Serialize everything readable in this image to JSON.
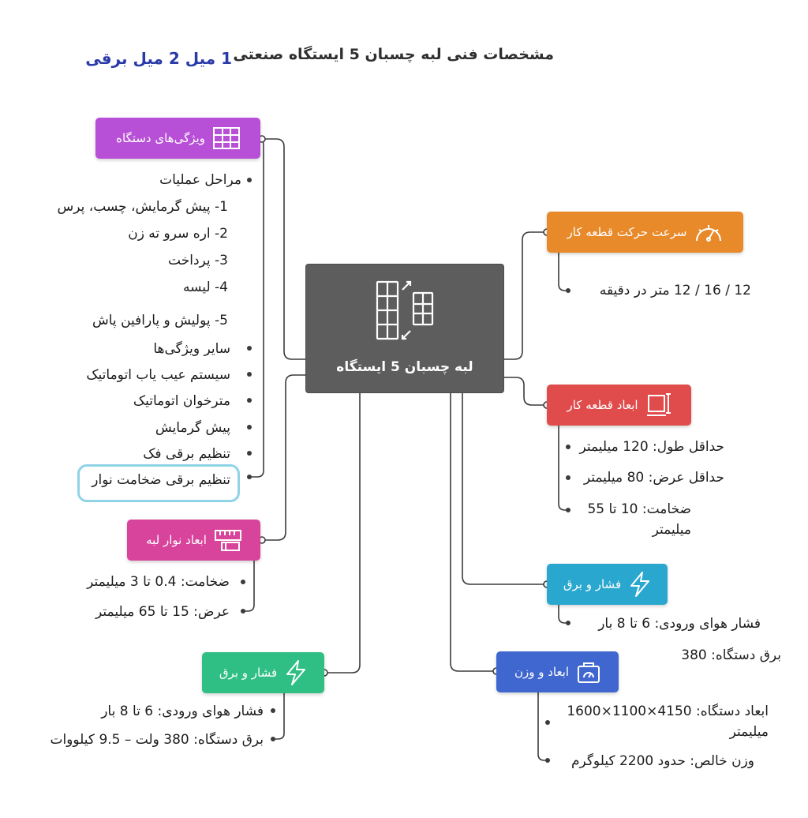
{
  "title": "مشخصات فنی لبه چسبان 5 ایستگاه صنعتی",
  "subtitle": "1 میل 2 میل برقی",
  "center": {
    "label": "لبه چسبان 5 ایستگاه",
    "icon": "edge-banding-icon"
  },
  "colors": {
    "features": "#b750d6",
    "speed": "#e8892a",
    "workpiece": "#e04b4b",
    "pressure_right": "#2aa7cf",
    "dims_weight": "#3f67cf",
    "pressure_left": "#2fbf84",
    "band": "#d8449b",
    "center": "#5d5d5d",
    "title_sub": "#2a3aa8"
  },
  "features": {
    "label": "ویژگی‌های دستگاه",
    "icon": "grid-icon",
    "items": [
      "مراحل عملیات",
      "1- پیش گرمایش، چسب، پرس",
      "2- اره سرو ته زن",
      "3- پرداخت",
      "4- لیسه",
      "5- پولیش و پارافین پاش",
      "سایر ویژگی‌ها",
      "سیستم عیب یاب اتوماتیک",
      "مترخوان اتوماتیک",
      "پیش گرمایش",
      "تنظیم برقی فک",
      "تنظیم برقی ضخامت نوار"
    ]
  },
  "band": {
    "label": "ابعاد نوار لبه",
    "icon": "ruler-icon",
    "items": [
      "ضخامت: 0.4 تا 3 میلیمتر",
      "عرض: 15 تا 65 میلیمتر"
    ]
  },
  "pressure_left": {
    "label": "فشار و برق",
    "icon": "lightning-icon",
    "items": [
      "فشار هوای ورودی: 6 تا 8 بار",
      "برق دستگاه: 380 ولت – 9.5 کیلووات"
    ]
  },
  "speed": {
    "label": "سرعت حرکت قطعه کار",
    "icon": "speedometer-icon",
    "items": [
      "12 / 16 / 12 متر در دقیقه"
    ]
  },
  "workpiece": {
    "label": "ابعاد قطعه کار",
    "icon": "workpiece-icon",
    "items": [
      "حداقل طول: 120 میلیمتر",
      "حداقل عرض: 80 میلیمتر",
      "ضخامت: 10 تا 55 میلیمتر"
    ]
  },
  "pressure_right": {
    "label": "فشار و برق",
    "icon": "lightning-icon",
    "items": [
      "فشار هوای ورودی: 6 تا 8 بار",
      "برق دستگاه: 380"
    ]
  },
  "dims_weight": {
    "label": "ابعاد و وزن",
    "icon": "scale-icon",
    "items": [
      "ابعاد دستگاه: 4150×1100×1600 میلیمتر",
      "وزن خالص: حدود 2200 کیلوگرم"
    ]
  }
}
